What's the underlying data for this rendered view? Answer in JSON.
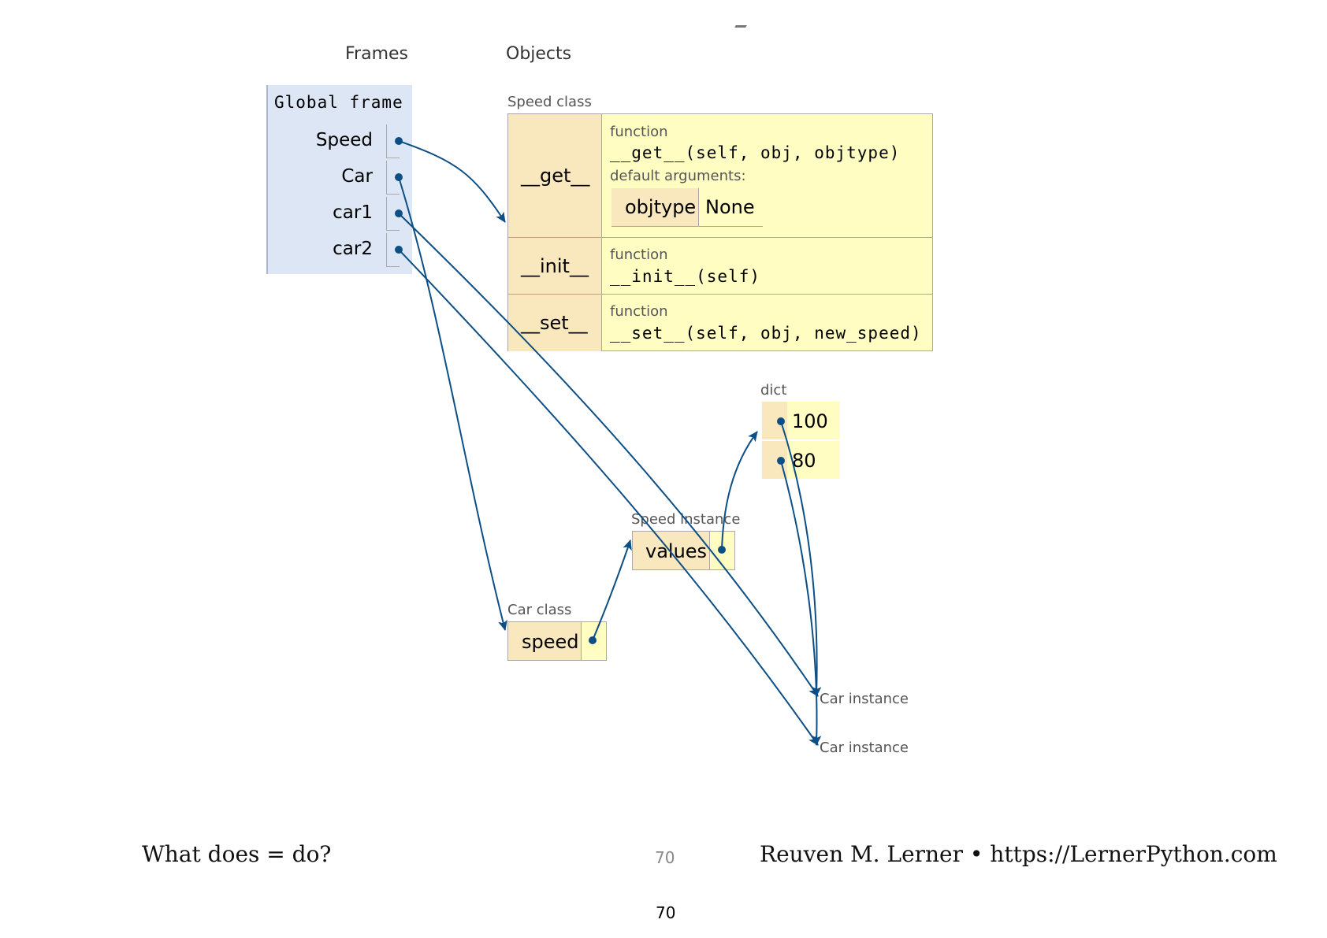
{
  "headers": {
    "frames": "Frames",
    "objects": "Objects"
  },
  "global_frame": {
    "title": "Global frame",
    "vars": [
      "Speed",
      "Car",
      "car1",
      "car2"
    ]
  },
  "speed_class": {
    "label": "Speed class",
    "methods": [
      {
        "name": "__get__",
        "type": "function",
        "signature": "__get__(self, obj, objtype)",
        "defaults_label": "default arguments:",
        "defaults": [
          {
            "key": "objtype",
            "value": "None"
          }
        ]
      },
      {
        "name": "__init__",
        "type": "function",
        "signature": "__init__(self)"
      },
      {
        "name": "__set__",
        "type": "function",
        "signature": "__set__(self, obj, new_speed)"
      }
    ]
  },
  "dict": {
    "label": "dict",
    "values": [
      "100",
      "80"
    ]
  },
  "speed_instance": {
    "label": "Speed instance",
    "attr": "values"
  },
  "car_class": {
    "label": "Car class",
    "attr": "speed"
  },
  "car_instances": [
    "Car instance",
    "Car instance"
  ],
  "footer": {
    "left": "What does = do?",
    "center": "70",
    "right": "Reuven M. Lerner • https://LernerPython.com",
    "bottom_page": "70"
  },
  "colors": {
    "arrow": "#0d4f85",
    "frame_bg": "#dce6f4",
    "object_bg": "#fffdc2",
    "key_bg": "#f9e7bd"
  }
}
